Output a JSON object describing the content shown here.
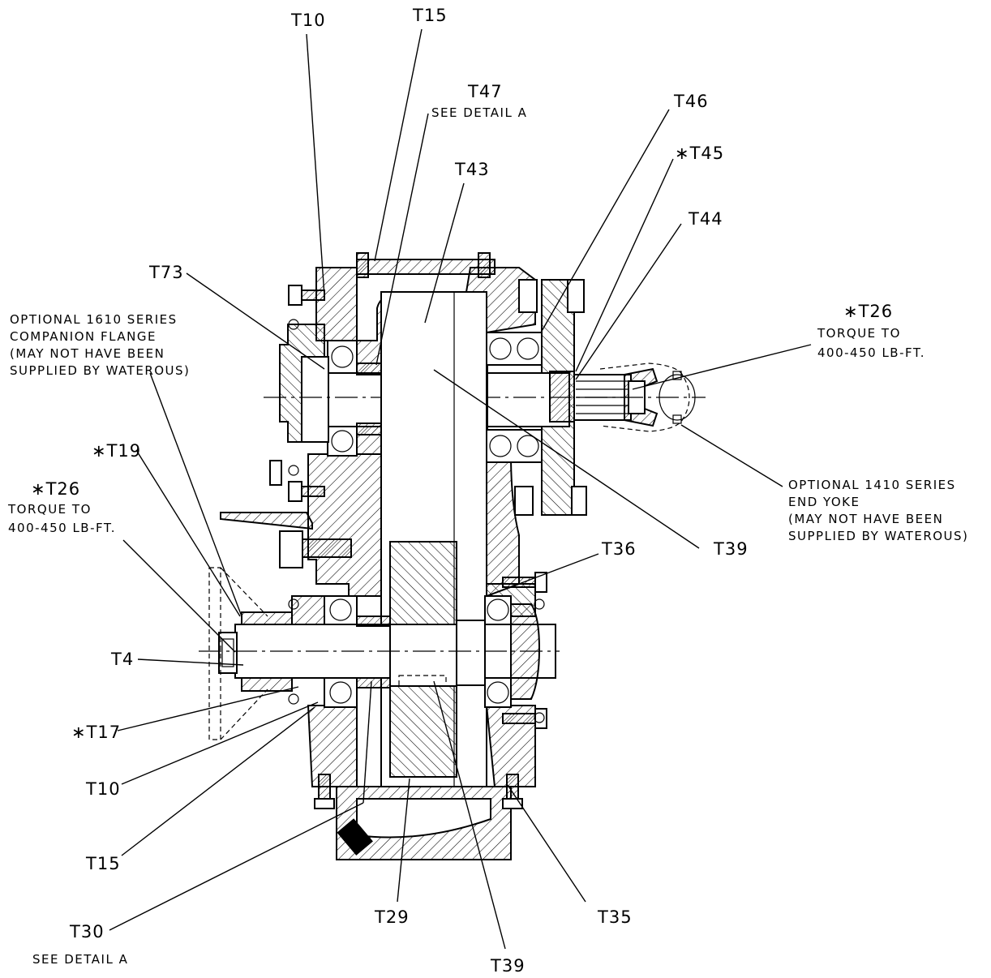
{
  "labels": {
    "t10_top": "T10",
    "t15_top": "T15",
    "t47": "T47",
    "t47_note": "SEE DETAIL A",
    "t46": "T46",
    "t45": "∗T45",
    "t43": "T43",
    "t44": "T44",
    "t73": "T73",
    "t26_right": "∗T26",
    "t26_right_note1": "TORQUE TO",
    "t26_right_note2": "400-450 LB-FT.",
    "flange_note1": "OPTIONAL 1610 SERIES",
    "flange_note2": "COMPANION FLANGE",
    "flange_note3": "(MAY NOT HAVE BEEN",
    "flange_note4": "SUPPLIED BY WATEROUS)",
    "t19": "∗T19",
    "t26_left": "∗T26",
    "t26_left_note1": "TORQUE TO",
    "t26_left_note2": "400-450 LB-FT.",
    "yoke_note1": "OPTIONAL 1410 SERIES",
    "yoke_note2": "END YOKE",
    "yoke_note3": "(MAY NOT HAVE BEEN",
    "yoke_note4": "SUPPLIED BY WATEROUS)",
    "t39_right": "T39",
    "t36": "T36",
    "t4": "T4",
    "t17": "∗T17",
    "t10_bottom": "T10",
    "t15_bottom": "T15",
    "t30": "T30",
    "t30_note": "SEE DETAIL A",
    "t29": "T29",
    "t39_bottom": "T39",
    "t35": "T35"
  },
  "colors": {
    "line": "#000000",
    "background": "#ffffff"
  }
}
